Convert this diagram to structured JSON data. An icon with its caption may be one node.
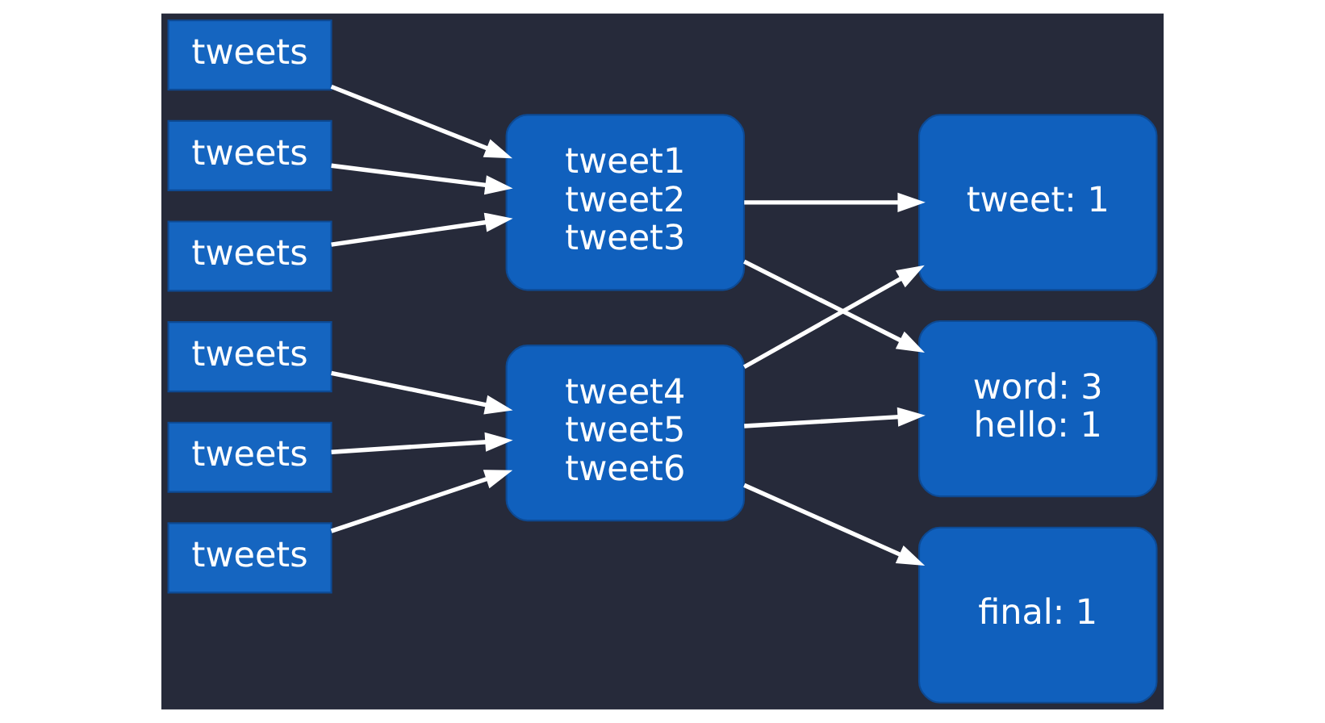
{
  "diagram": {
    "nodes": [
      {
        "text": [
          "tweets"
        ]
      },
      {
        "text": [
          "tweets"
        ]
      },
      {
        "text": [
          "tweets"
        ]
      },
      {
        "text": [
          "tweets"
        ]
      },
      {
        "text": [
          "tweets"
        ]
      },
      {
        "text": [
          "tweets"
        ]
      },
      {
        "text": [
          "tweet1",
          "tweet2",
          "tweet3"
        ]
      },
      {
        "text": [
          "tweet4",
          "tweet5",
          "tweet6"
        ]
      },
      {
        "text": [
          "word: 3",
          "hello: 1"
        ]
      },
      {
        "text": [
          "tweet: 1"
        ]
      },
      {
        "text": [
          "final: 1"
        ]
      }
    ],
    "edges": [
      {
        "from": 0,
        "to": 6,
        "arrow": "to"
      },
      {
        "from": 1,
        "to": 7,
        "arrow": "to"
      },
      {
        "from": 2,
        "to": 6,
        "arrow": "to"
      },
      {
        "from": 3,
        "to": 6,
        "arrow": "to"
      },
      {
        "from": 4,
        "to": 7,
        "arrow": "to"
      },
      {
        "from": 5,
        "to": 7,
        "arrow": "to"
      },
      {
        "from": 6,
        "to": 8,
        "arrow": "to"
      },
      {
        "from": 6,
        "to": 9,
        "arrow": "to"
      },
      {
        "from": 7,
        "to": 8,
        "arrow": "to"
      },
      {
        "from": 7,
        "to": 9,
        "arrow": "to"
      },
      {
        "from": 7,
        "to": 10,
        "arrow": "to"
      }
    ]
  }
}
